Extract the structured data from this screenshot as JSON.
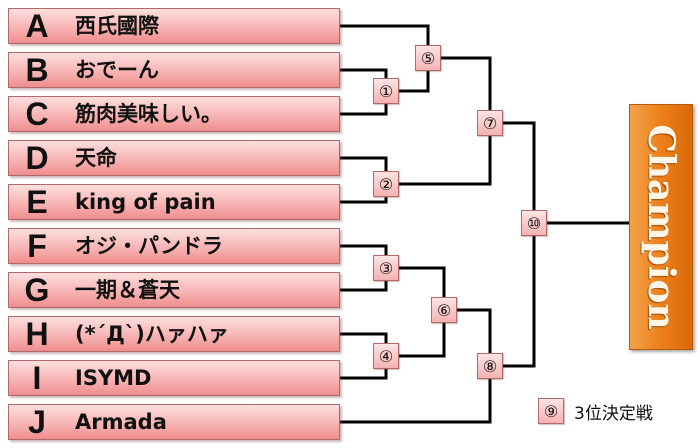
{
  "teams": [
    {
      "letter": "A",
      "name": "西氏國際"
    },
    {
      "letter": "B",
      "name": "おでーん"
    },
    {
      "letter": "C",
      "name": "筋肉美味しい。"
    },
    {
      "letter": "D",
      "name": "天命"
    },
    {
      "letter": "E",
      "name": "king of pain"
    },
    {
      "letter": "F",
      "name": "オジ・パンドラ"
    },
    {
      "letter": "G",
      "name": "一期＆蒼天"
    },
    {
      "letter": "H",
      "name": "(*´Д`)ハァハァ"
    },
    {
      "letter": "I",
      "name": "ISYMD"
    },
    {
      "letter": "J",
      "name": "Armada"
    }
  ],
  "matches": {
    "m1": "①",
    "m2": "②",
    "m3": "③",
    "m4": "④",
    "m5": "⑤",
    "m6": "⑥",
    "m7": "⑦",
    "m8": "⑧",
    "m10": "⑩"
  },
  "champion_label": "Champion",
  "third_place": {
    "number": "⑨",
    "label": "3位決定戦"
  },
  "colors": {
    "entry_bg": "#f8b4b4",
    "entry_border": "#b06a6a",
    "champion_bg": "#ec7d16",
    "line": "#000000"
  }
}
